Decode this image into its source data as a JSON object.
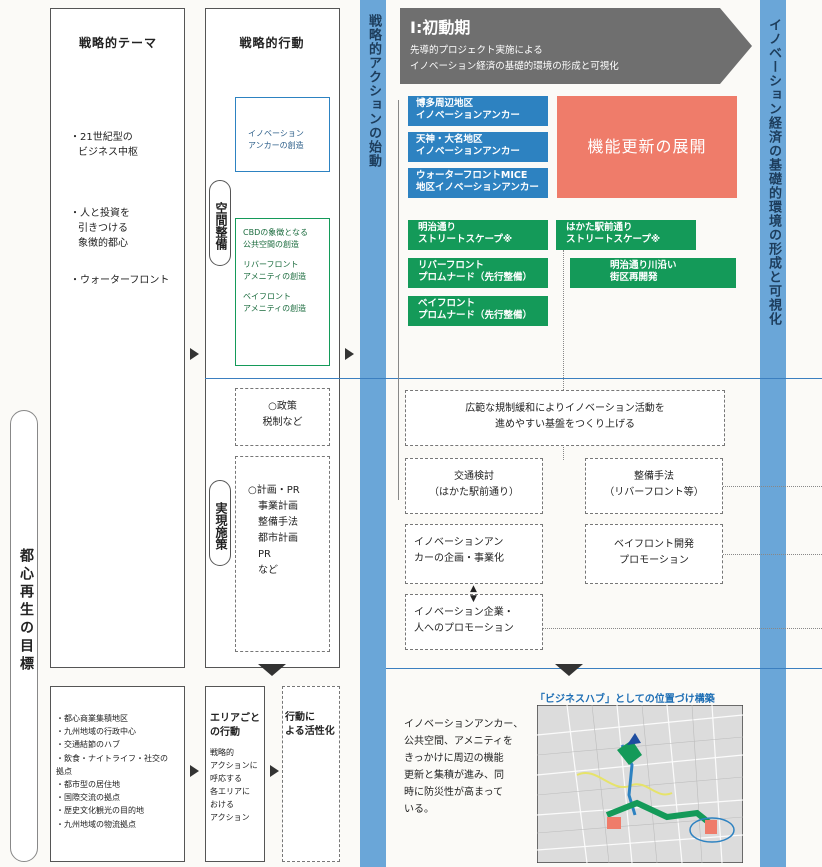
{
  "col1": {
    "header": "戦略的テーマ",
    "items": [
      "・21世紀型の",
      "ビジネス中枢",
      "・人と投資を",
      "引きつける",
      "象徴的都心",
      "・ウォーターフロント"
    ]
  },
  "col2": {
    "header": "戦略的行動",
    "innovation_box": [
      "イノベーション",
      "アンカーの創造"
    ],
    "space_label": "空間整備",
    "space_items": [
      "CBDの象徴となる",
      "公共空間の創造",
      "リバーフロント",
      "アメニティの創造",
      "ベイフロント",
      "アメニティの創造"
    ],
    "policy_box": [
      "○政策",
      "税制など"
    ],
    "realize_label": "実現施策",
    "plan_box": [
      "○計画・PR",
      "事業計画",
      "整備手法",
      "都市計画",
      "PR",
      "など"
    ]
  },
  "stripe1": "戦略的アクションの始動",
  "stripe2": "イノベーション経済の基礎的環境の形成と可視化",
  "phase": {
    "title": "Ⅰ:初動期",
    "subtitle1": "先導的プロジェクト実施による",
    "subtitle2": "イノベーション経済の基礎的環境の形成と可視化"
  },
  "blue_boxes": [
    [
      "博多周辺地区",
      "イノベーションアンカー"
    ],
    [
      "天神・大名地区",
      "イノベーションアンカー"
    ],
    [
      "ウォーターフロントMICE",
      "地区イノベーションアンカー"
    ]
  ],
  "function_update": "機能更新の展開",
  "green_boxes": [
    [
      "明治通り",
      "ストリートスケープ※"
    ],
    [
      "はかた駅前通り",
      "ストリートスケープ※"
    ],
    [
      "リバーフロント",
      "プロムナード（先行整備）"
    ],
    [
      "明治通り川沿い",
      "街区再開発"
    ],
    [
      "ベイフロント",
      "プロムナード（先行整備）"
    ]
  ],
  "deregulation": [
    "広範な規制緩和によりイノベーション活動を",
    "進めやすい基盤をつくり上げる"
  ],
  "dash_boxes": {
    "traffic": [
      "交通検討",
      "（はかた駅前通り）"
    ],
    "method": [
      "整備手法",
      "（リバーフロント等）"
    ],
    "anchor_plan": [
      "イノベーションアン",
      "カーの企画・事業化"
    ],
    "bayfront": [
      "ベイフロント開発",
      "プロモーション"
    ],
    "promo": [
      "イノベーション企業・",
      "人へのプロモーション"
    ]
  },
  "goal_label": "都心再生の目標",
  "bottom": {
    "list": [
      "・都心商業集積地区",
      "・九州地域の行政中心",
      "・交通結節のハブ",
      "・飲食・ナイトライフ・社交の",
      "拠点",
      "・都市型の居住地",
      "・国際交流の拠点",
      "・歴史文化観光の目的地",
      "・九州地域の物流拠点"
    ],
    "area_title": [
      "エリアごと",
      "の行動"
    ],
    "area_body": [
      "戦略的",
      "アクションに",
      "呼応する",
      "各エリアに",
      "おける",
      "アクション"
    ],
    "action_label": [
      "行動に",
      "よる活性化"
    ],
    "hub_title": "「ビジネスハブ」としての位置づけ構築",
    "hub_text": [
      "イノベーションアンカー、",
      "公共空間、アメニティを",
      "きっかけに周辺の機能",
      "更新と集積が進み、同",
      "時に防災性が高まって",
      "いる。"
    ]
  },
  "colors": {
    "blue": "#2d82c1",
    "green": "#149a59",
    "salmon": "#ef7c6a",
    "stripe": "#6aa6d8",
    "phase": "#6f6f6f"
  }
}
